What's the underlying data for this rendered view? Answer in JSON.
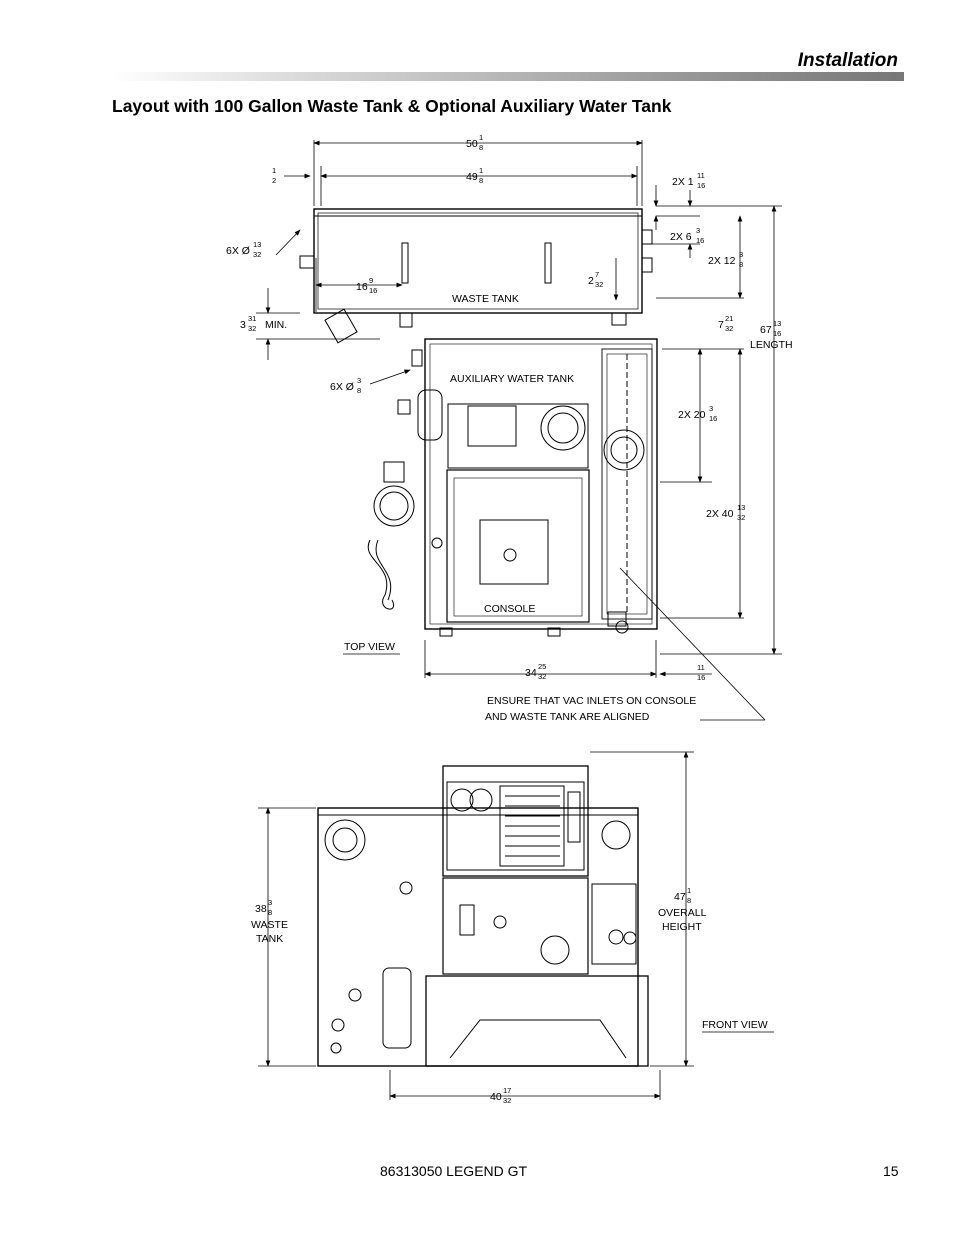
{
  "header": {
    "section_title": "Installation"
  },
  "page_heading": "Layout with 100 Gallon Waste Tank & Optional Auxiliary Water Tank",
  "top_view": {
    "label": "TOP VIEW",
    "dim_overall_width": "50",
    "dim_overall_width_frac": [
      "1",
      "8"
    ],
    "dim_tank_width": "49",
    "dim_tank_width_frac": [
      "1",
      "8"
    ],
    "dim_half": [
      "1",
      "2"
    ],
    "dim_2x1": "2X 1",
    "dim_2x1_frac": [
      "11",
      "16"
    ],
    "dim_2x6": "2X 6",
    "dim_2x6_frac": [
      "3",
      "16"
    ],
    "dim_2x12": "2X 12",
    "dim_2x12_frac": [
      "3",
      "8"
    ],
    "dim_6x_hole": "6X Ø",
    "dim_6x_hole_frac": [
      "13",
      "32"
    ],
    "dim_16": "16",
    "dim_16_frac": [
      "9",
      "16"
    ],
    "dim_2": "2",
    "dim_2_frac": [
      "7",
      "32"
    ],
    "waste_tank_label": "WASTE TANK",
    "dim_3_min": "3",
    "dim_3_min_frac": [
      "31",
      "32"
    ],
    "dim_3_min_suffix": "MIN.",
    "dim_7": "7",
    "dim_7_frac": [
      "21",
      "32"
    ],
    "dim_length": "67",
    "dim_length_frac": [
      "13",
      "16"
    ],
    "dim_length_label": "LENGTH",
    "dim_6x_small": "6X Ø",
    "dim_6x_small_frac": [
      "3",
      "8"
    ],
    "aux_tank_label": "AUXILIARY WATER TANK",
    "dim_2x20": "2X 20",
    "dim_2x20_frac": [
      "3",
      "16"
    ],
    "dim_2x40": "2X 40",
    "dim_2x40_frac": [
      "13",
      "32"
    ],
    "console_label": "CONSOLE",
    "dim_34": "34",
    "dim_34_frac": [
      "25",
      "32"
    ],
    "dim_11_16": [
      "11",
      "16"
    ],
    "note_line1": "ENSURE THAT VAC INLETS ON CONSOLE",
    "note_line2": "AND WASTE TANK ARE ALIGNED"
  },
  "front_view": {
    "label": "FRONT VIEW",
    "dim_38": "38",
    "dim_38_frac": [
      "3",
      "8"
    ],
    "dim_38_label1": "WASTE",
    "dim_38_label2": "TANK",
    "dim_47": "47",
    "dim_47_frac": [
      "1",
      "8"
    ],
    "dim_47_label1": "OVERALL",
    "dim_47_label2": "HEIGHT",
    "dim_40": "40",
    "dim_40_frac": [
      "17",
      "32"
    ]
  },
  "footer": {
    "doc_id": "86313050  LEGEND GT",
    "page_number": "15"
  }
}
